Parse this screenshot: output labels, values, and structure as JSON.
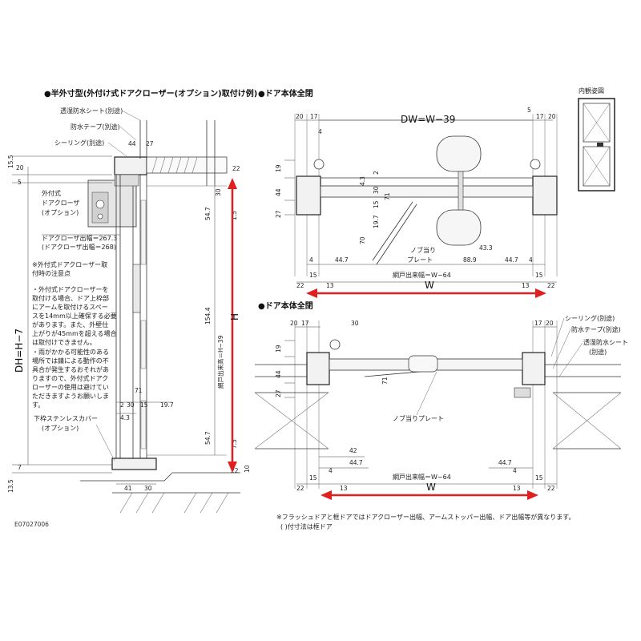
{
  "titles": {
    "half_outside": "●半外寸型(外付け式ドアクローザー(オプション)取付け例)",
    "door_closed": "●ドア本体全閉",
    "door_closed_2": "●ドア本体全閉",
    "interior_view": "内観姿図"
  },
  "left_panel": {
    "callouts": [
      "透湿防水シート(別途)",
      "防水テープ(別途)",
      "シーリング(別途)"
    ],
    "closer_label": [
      "外付式",
      "ドアクローザ",
      "(オプション)"
    ],
    "closer_width": "ドアクローザ出幅＝267.3",
    "closer_width_alt": "(ドアクローザ出幅＝268)",
    "note_title": [
      "※外付式ドアクローザー取",
      "付時の注意点"
    ],
    "note_1": [
      "・外付式ドアクローザーを",
      "取付ける場合、ドア上枠部",
      "にアームを取付けるスペー",
      "スを14mm以上確保する必要",
      "があります。また、外壁仕",
      "上がりが45mmを超える場合",
      "は取付けできません。"
    ],
    "note_2": [
      "・雨がかかる可能性のある",
      "場所では錆による動作の不",
      "具合が発生するおそれがあ",
      "りますので、外付式ドアク",
      "ローザーの使用は避けてい",
      "ただきますようお願いしま",
      "す。"
    ],
    "sill_label": [
      "下枠ステンレスカバー",
      "(オプション)"
    ],
    "dh_label": "DH=H−7",
    "h_label": "H",
    "net_height": "網戸出来高＝H−39",
    "dims_left": [
      "15.5",
      "20",
      "5",
      "13.5",
      "7"
    ],
    "dims_mid": [
      "44",
      "27",
      "22",
      "30",
      "1.5",
      "54.7",
      "154.4",
      "71",
      "2",
      "30",
      "15",
      "19.7",
      "4.3",
      "54.7",
      "7.5",
      "22",
      "10",
      "41",
      "30"
    ],
    "code": "E07027006"
  },
  "top_plan": {
    "dw_label": "DW=W−39",
    "dims_top": [
      "20",
      "17",
      "4",
      "5",
      "17",
      "20"
    ],
    "dims_left": [
      "19",
      "44",
      "27"
    ],
    "dims_inner": [
      "2",
      "4.3",
      "30",
      "15",
      "71",
      "19.7",
      "70",
      "43.3"
    ],
    "dims_bottom": [
      "4",
      "44.7",
      "88.9",
      "44.7",
      "4"
    ],
    "knob_label": [
      "ノブ当り",
      "プレート"
    ],
    "net_width": "網戸出来幅＝W−64",
    "w_label": "W",
    "side": [
      "22",
      "15",
      "13",
      "13",
      "15",
      "22"
    ]
  },
  "bottom_plan": {
    "dims_top": [
      "20",
      "17",
      "30",
      "17",
      "20"
    ],
    "dims_left": [
      "19",
      "44",
      "27"
    ],
    "callouts_right": [
      "シーリング(別途)",
      "防水テープ(別途)",
      "透湿防水シート",
      "(別途)"
    ],
    "knob_label": "ノブ当りプレート",
    "dims_inner": [
      "71",
      "42",
      "44.7",
      "44.7",
      "4",
      "4"
    ],
    "net_width": "網戸出来幅＝W−64",
    "w_label": "W",
    "side": [
      "22",
      "15",
      "13",
      "13",
      "15",
      "22"
    ]
  },
  "footer": {
    "note_1": "※フラッシュドアと框ドアではドアクローザー出幅、アームストッパー出幅、ドア出幅等が異なります。",
    "note_2": "( )付寸法は框ドア"
  },
  "colors": {
    "arrow_red": "#e02020",
    "line": "#333333"
  }
}
